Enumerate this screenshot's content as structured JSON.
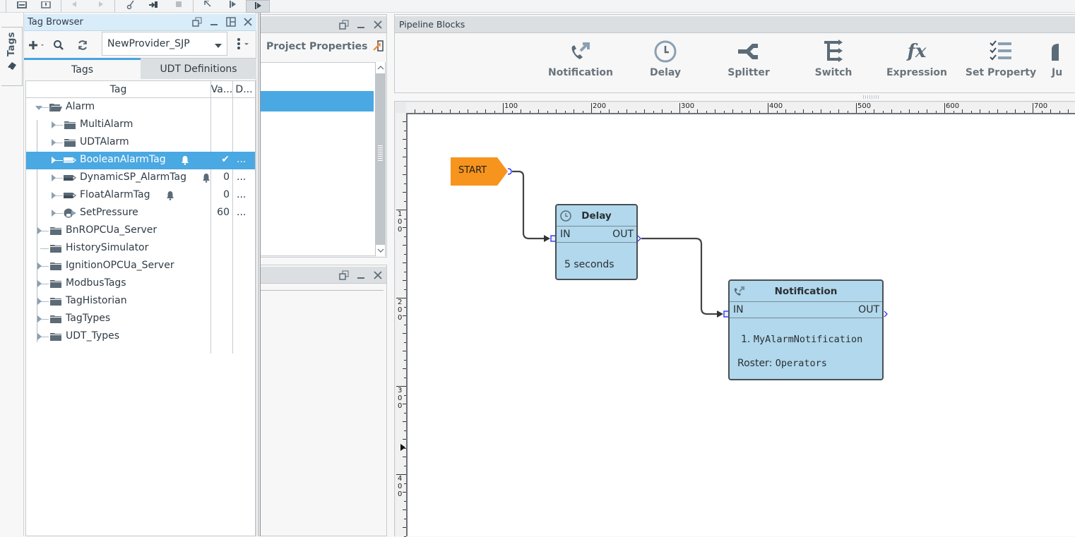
{
  "toolbar": {
    "buttons": [
      "save-icon",
      "save-as-icon",
      "undo-icon",
      "redo-icon",
      "cut-icon",
      "paste-icon",
      "stop-icon",
      "select-tool-icon",
      "split-tool-icon",
      "split-active-icon"
    ]
  },
  "rail": {
    "tab_label": "Tags"
  },
  "tag_browser": {
    "title": "Tag Browser",
    "provider": "NewProvider_SJP",
    "tabs": [
      {
        "label": "Tags",
        "active": true
      },
      {
        "label": "UDT Definitions",
        "active": false
      }
    ],
    "columns": [
      "Tag",
      "Va...",
      "D..."
    ],
    "rows": [
      {
        "label": "Alarm",
        "type": "folder-open",
        "level": 0,
        "expanded": true,
        "value": "",
        "dots": ""
      },
      {
        "label": "MultiAlarm",
        "type": "folder",
        "level": 1,
        "expandable": true,
        "value": "",
        "dots": ""
      },
      {
        "label": "UDTAlarm",
        "type": "folder",
        "level": 1,
        "expandable": true,
        "value": "",
        "dots": ""
      },
      {
        "label": "BooleanAlarmTag",
        "type": "tag",
        "level": 1,
        "expandable": true,
        "alarm": true,
        "value": "✔",
        "dots": "...",
        "selected": true
      },
      {
        "label": "DynamicSP_AlarmTag",
        "type": "tag",
        "level": 1,
        "expandable": true,
        "alarm": true,
        "value": "0",
        "dots": "..."
      },
      {
        "label": "FloatAlarmTag",
        "type": "tag",
        "level": 1,
        "expandable": true,
        "alarm": true,
        "value": "0",
        "dots": "..."
      },
      {
        "label": "SetPressure",
        "type": "tag-query",
        "level": 1,
        "expandable": true,
        "value": "60",
        "dots": "..."
      },
      {
        "label": "BnROPCUa_Server",
        "type": "folder",
        "level": 0,
        "expandable": true,
        "value": "",
        "dots": ""
      },
      {
        "label": "HistorySimulator",
        "type": "folder",
        "level": 0,
        "expandable": false,
        "value": "",
        "dots": ""
      },
      {
        "label": "IgnitionOPCUa_Server",
        "type": "folder",
        "level": 0,
        "expandable": true,
        "value": "",
        "dots": ""
      },
      {
        "label": "ModbusTags",
        "type": "folder",
        "level": 0,
        "expandable": true,
        "value": "",
        "dots": ""
      },
      {
        "label": "TagHistorian",
        "type": "folder",
        "level": 0,
        "expandable": true,
        "value": "",
        "dots": ""
      },
      {
        "label": "TagTypes",
        "type": "folder",
        "level": 0,
        "expandable": true,
        "value": "",
        "dots": ""
      },
      {
        "label": "UDT_Types",
        "type": "folder",
        "level": 0,
        "expandable": true,
        "value": "",
        "dots": ""
      }
    ]
  },
  "project_panel": {
    "title": "Project Properties"
  },
  "palette": {
    "title": "Pipeline Blocks",
    "blocks": [
      {
        "label": "Notification",
        "icon": "phone-forward-icon"
      },
      {
        "label": "Delay",
        "icon": "clock-icon"
      },
      {
        "label": "Splitter",
        "icon": "splitter-icon"
      },
      {
        "label": "Switch",
        "icon": "switch-icon"
      },
      {
        "label": "Expression",
        "icon": "fx-icon"
      },
      {
        "label": "Set Property",
        "icon": "checklist-icon"
      },
      {
        "label": "Ju",
        "icon": "jump-icon"
      }
    ]
  },
  "rulers": {
    "horizontal_labels": [
      "100",
      "200",
      "300",
      "400",
      "500",
      "600",
      "700"
    ],
    "vertical_labels": [
      "100",
      "200",
      "300",
      "400"
    ]
  },
  "pipeline": {
    "start": {
      "label": "START"
    },
    "delay_block": {
      "title": "Delay",
      "in": "IN",
      "out": "OUT",
      "body": "5 seconds"
    },
    "notification_block": {
      "title": "Notification",
      "in": "IN",
      "out": "OUT",
      "item_number": "1.",
      "item": "MyAlarmNotification",
      "roster_label": "Roster:",
      "roster": "Operators"
    }
  },
  "colors": {
    "selection": "#4aa8e2",
    "start_node": "#f7941d",
    "block_fill": "#b1d8ec",
    "port": "#1a1aff"
  }
}
